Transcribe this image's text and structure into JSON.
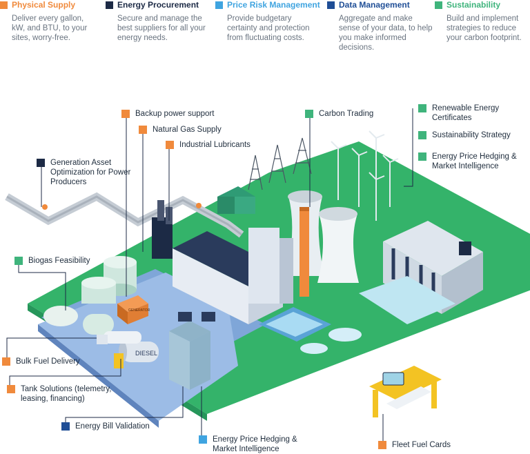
{
  "colors": {
    "physical": "#f08a3c",
    "procurement": "#1c2a45",
    "price_risk": "#3fa4e0",
    "data": "#1f4e96",
    "sustainability": "#3fb47c",
    "ground_green": "#34b36a",
    "ground_blue": "#8fb2e2"
  },
  "legend": [
    {
      "title": "Physical Supply",
      "desc": "Deliver every gallon, kW, and BTU, to your sites, worry-free.",
      "color": "#f08a3c"
    },
    {
      "title": "Energy Procurement",
      "desc": "Secure and manage the best suppliers for all your energy needs.",
      "color": "#1c2a45"
    },
    {
      "title": "Price Risk Management",
      "desc": "Provide budgetary certainty and protection from fluctuating costs.",
      "color": "#3fa4e0"
    },
    {
      "title": "Data Management",
      "desc": "Aggregate and make sense of your data, to help you make informed decisions.",
      "color": "#1f4e96"
    },
    {
      "title": "Sustainability",
      "desc": "Build and implement strategies to reduce your carbon footprint.",
      "color": "#3fb47c"
    }
  ],
  "labels": {
    "backup_power": "Backup power support",
    "natural_gas": "Natural Gas Supply",
    "industrial_lubricants": "Industrial Lubricants",
    "generation_asset": "Generation Asset Optimization for Power Producers",
    "carbon_trading": "Carbon Trading",
    "renewable_certificates": "Renewable Energy Certificates",
    "sustainability_strategy": "Sustainability Strategy",
    "hedging_green": "Energy Price Hedging & Market Intelligence",
    "biogas": "Biogas Feasibility",
    "bulk_fuel": "Bulk Fuel Delivery",
    "tank_solutions": "Tank Solutions (telemetry, leasing, financing)",
    "bill_validation": "Energy Bill Validation",
    "hedging_blue": "Energy Price Hedging & Market Intelligence",
    "fleet_fuel": "Fleet Fuel Cards"
  },
  "scene": {
    "diesel_text": "DIESEL",
    "generator_text": "GENERATOR"
  }
}
